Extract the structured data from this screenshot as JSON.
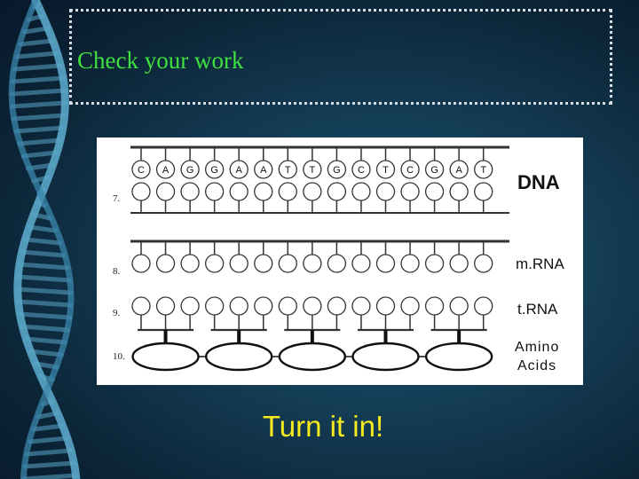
{
  "slide": {
    "title": "Check your work",
    "footer": "Turn it in!"
  },
  "worksheet": {
    "dna_label": "DNA",
    "mrna_label": "m.RNA",
    "trna_label": "t.RNA",
    "amino_label_line1": "Amino",
    "amino_label_line2": "Acids",
    "row_numbers": [
      "7.",
      "8.",
      "9.",
      "10."
    ],
    "dna_top_strand": [
      "C",
      "A",
      "G",
      "G",
      "A",
      "A",
      "T",
      "T",
      "G",
      "C",
      "T",
      "C",
      "G",
      "A",
      "T"
    ],
    "circles_per_strand": 15,
    "amino_acid_count": 5
  },
  "colors": {
    "title": "#3fe03f",
    "footer": "#f5ea1c",
    "helix": "#5aa6c8"
  }
}
